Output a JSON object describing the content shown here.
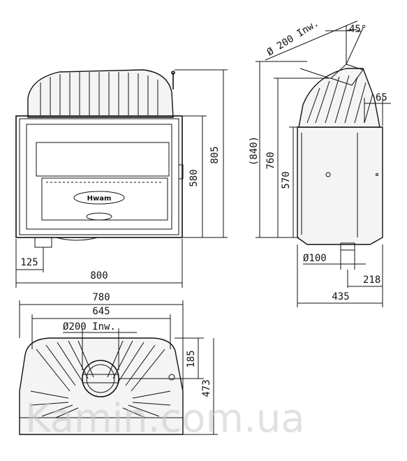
{
  "front_view": {
    "width_overall": "800",
    "height_overall": "805",
    "height_frame": "580",
    "flue_offset": "125",
    "logo_text": "Hwam"
  },
  "side_view": {
    "flue_diameter": "Ø 200 Inw.",
    "angle": "45°",
    "top_offset": "65",
    "height_total": "(840)",
    "height_760": "760",
    "height_570": "570",
    "inlet_diameter": "Ø100",
    "inlet_offset": "218",
    "depth": "435"
  },
  "top_view": {
    "width_780": "780",
    "width_645": "645",
    "flue_diameter": "Ø200  Inw.",
    "depth_185": "185",
    "depth_473": "473"
  },
  "watermark": "Kamin.com.ua"
}
